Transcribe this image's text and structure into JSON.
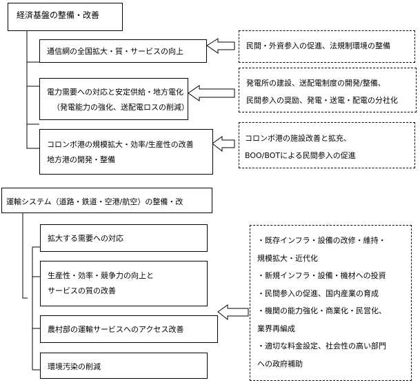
{
  "section1": {
    "title": "経済基盤の整備・改善",
    "items": [
      {
        "lines": [
          "通信網の全国拡大・質・サービスの向上"
        ]
      },
      {
        "lines": [
          "電力需要への対応と安定供給・地方電化",
          "（発電能力の強化、送配電ロスの削減）"
        ]
      },
      {
        "lines": [
          "コロンボ港の規模拡大・効率/生産性の改善",
          "地方港の開発・整備"
        ]
      }
    ],
    "notes": [
      {
        "lines": [
          "民間・外資参入の促進、法規制環境の整備"
        ]
      },
      {
        "lines": [
          "発電所の建設、送配電制度の開発/整備、",
          "民間参入の奨励、発電・送電・配電の分社化"
        ]
      },
      {
        "lines": [
          "コロンボ港の施設改善と拡充、",
          "BOO/BOTによる民間参入の促進"
        ]
      }
    ]
  },
  "section2": {
    "title": "運輸システム（道路・鉄道・空港/航空）の整備・改",
    "items": [
      {
        "lines": [
          "拡大する需要への対応"
        ]
      },
      {
        "lines": [
          "生産性・効率・競争力の向上と",
          "サービスの質の改善"
        ]
      },
      {
        "lines": [
          "農村部の運輸サービスへのアクセス改善"
        ]
      },
      {
        "lines": [
          "環境汚染の削減"
        ]
      }
    ],
    "note": {
      "lines": [
        "・既存インフラ・設備の改修・維持・",
        "規模拡大・近代化",
        "・新規インフラ・設備・機材への投資",
        "・民間参入の促進、国内産業の育成",
        "・機関の能力強化・商業化・民営化、",
        "業界再編成",
        "・適切な料金設定、社会性の高い部門",
        "への政府補助"
      ]
    }
  }
}
